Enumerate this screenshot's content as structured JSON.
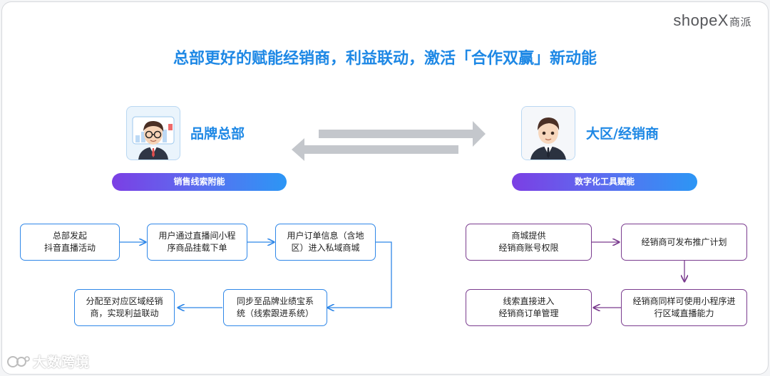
{
  "brand": {
    "logo_text": "shopeX",
    "logo_cn": "商派"
  },
  "title": "总部更好的赋能经销商，利益联动，激活「合作双赢」新动能",
  "parties": {
    "left": {
      "name": "品牌总部",
      "capability": "销售线索附能"
    },
    "right": {
      "name": "大区/经销商",
      "capability": "数字化工具赋能"
    }
  },
  "left_flow": {
    "n1": "总部发起\n抖音直播活动",
    "n2": "用户通过直播间小程\n序商品挂载下单",
    "n3": "用户订单信息（含地\n区）进入私域商城",
    "n4": "同步至品牌业绩宝系\n统（线索跟进系统）",
    "n5": "分配至对应区域经销\n商，实现利益联动"
  },
  "right_flow": {
    "n1": "商城提供\n经销商账号权限",
    "n2": "经销商可发布推广计划",
    "n3": "经销商同样可使用小程序进\n行区域直播能力",
    "n4": "线索直接进入\n经销商订单管理"
  },
  "watermark": {
    "text": "大数跨境"
  },
  "colors": {
    "title_blue": "#1e88e5",
    "left_flow": "#2f87e8",
    "right_flow": "#7a3b8e"
  }
}
